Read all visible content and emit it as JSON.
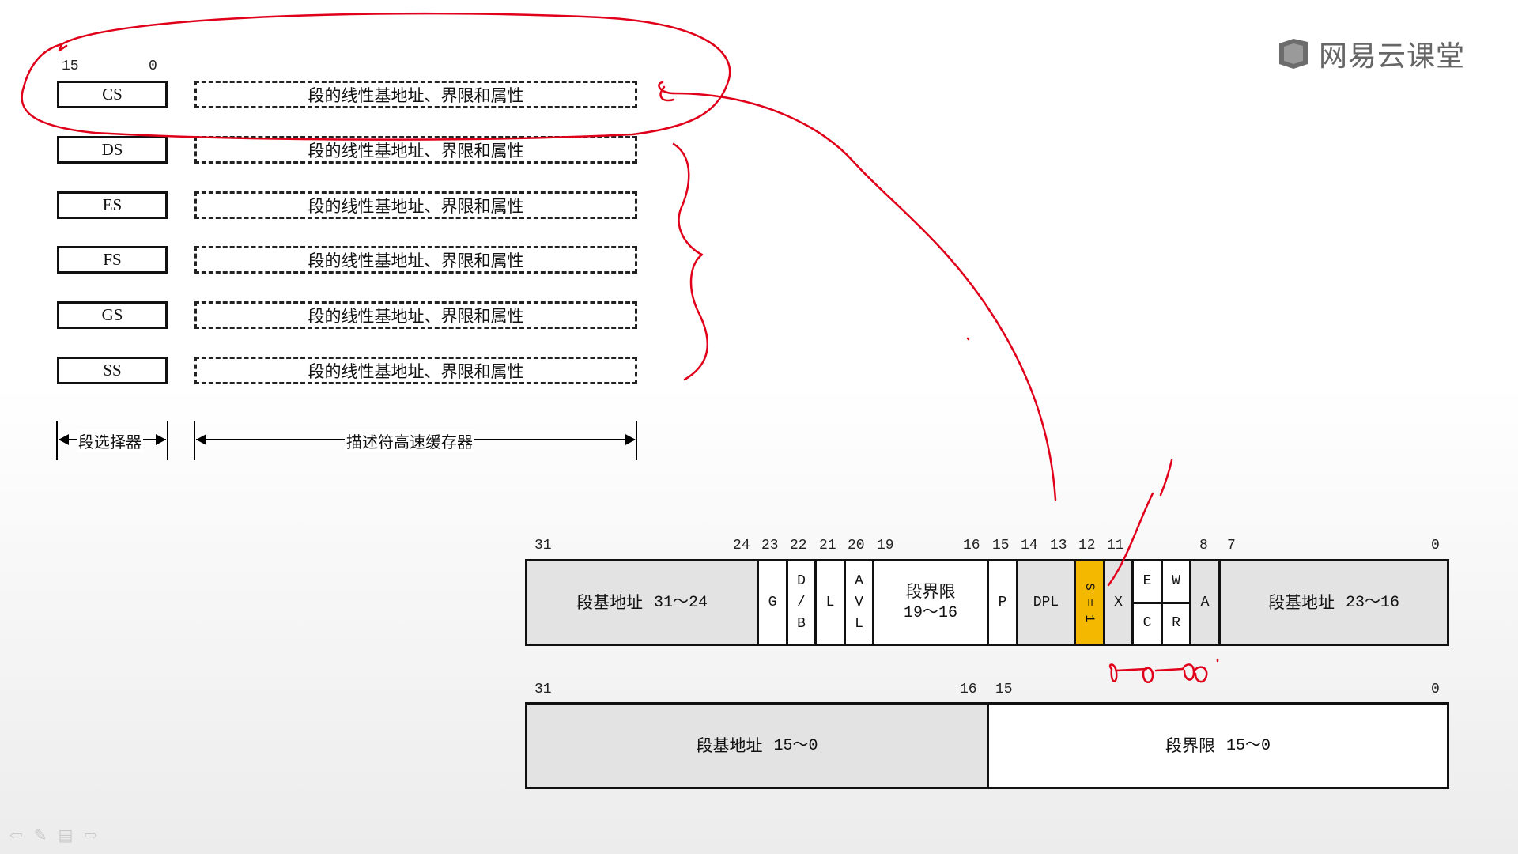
{
  "logo": {
    "text": "网易云课堂"
  },
  "selector_bits": {
    "high": "15",
    "low": "0"
  },
  "registers": [
    {
      "name": "CS",
      "desc": "段的线性基地址、界限和属性"
    },
    {
      "name": "DS",
      "desc": "段的线性基地址、界限和属性"
    },
    {
      "name": "ES",
      "desc": "段的线性基地址、界限和属性"
    },
    {
      "name": "FS",
      "desc": "段的线性基地址、界限和属性"
    },
    {
      "name": "GS",
      "desc": "段的线性基地址、界限和属性"
    },
    {
      "name": "SS",
      "desc": "段的线性基地址、界限和属性"
    }
  ],
  "captions": {
    "selector": "段选择器",
    "cache": "描述符高速缓存器"
  },
  "descriptor_high": {
    "bits": [
      "31",
      "24",
      "23",
      "22",
      "21",
      "20",
      "19",
      "16",
      "15",
      "14",
      "13",
      "12",
      "11",
      "8",
      "7",
      "0"
    ],
    "base_high_label": "段基地址",
    "base_high_range": "31～24",
    "g": "G",
    "db": [
      "D",
      "/",
      "B"
    ],
    "l": "L",
    "avl": [
      "A",
      "V",
      "L"
    ],
    "limit_label": "段界限",
    "limit_range": "19～16",
    "p": "P",
    "dpl": "DPL",
    "s": [
      "S",
      "=",
      "1"
    ],
    "x": "X",
    "e": "E",
    "c": "C",
    "w": "W",
    "r": "R",
    "a": "A",
    "base_mid_label": "段基地址",
    "base_mid_range": "23～16"
  },
  "descriptor_low": {
    "bits": [
      "31",
      "16",
      "15",
      "0"
    ],
    "base_label": "段基地址",
    "base_range": "15～0",
    "limit_label": "段界限",
    "limit_range": "15～0"
  },
  "colors": {
    "accent": "#f5b800",
    "annotation": "#e0001a",
    "cell_grey": "#e3e3e3"
  },
  "icons": [
    "logo-book-icon",
    "prev-slide-icon",
    "pen-icon",
    "menu-icon",
    "next-slide-icon"
  ]
}
